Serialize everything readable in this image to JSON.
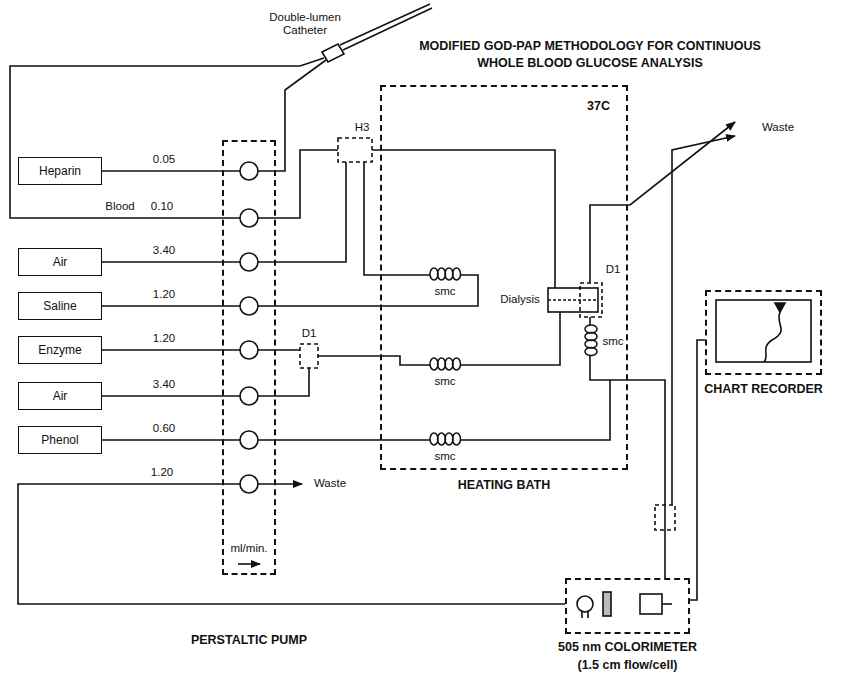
{
  "diagram": {
    "title": "MODIFIED GOD-PAP METHODOLOGY FOR CONTINUOUS WHOLE BLOOD GLUCOSE ANALYSIS",
    "nodes": [
      {
        "text": [
          "Heparin"
        ]
      },
      {
        "text": [
          "Air"
        ]
      },
      {
        "text": [
          "Saline"
        ]
      },
      {
        "text": [
          "Enzyme"
        ]
      },
      {
        "text": [
          "Air"
        ]
      },
      {
        "text": [
          "Phenol"
        ]
      },
      {
        "text": [
          "PERSTALTIC PUMP"
        ]
      },
      {
        "text": [
          "37C",
          "HEATING BATH"
        ]
      },
      {
        "text": [
          "CHART RECORDER"
        ]
      },
      {
        "text": [
          "505 nm COLORIMETER",
          "(1.5 cm flow/cell)"
        ]
      }
    ],
    "edges": [
      {
        "from": 0,
        "to": 6,
        "label": "0.05",
        "arrow": "none"
      },
      {
        "from": 1,
        "to": 6,
        "label": "3.40",
        "arrow": "none"
      },
      {
        "from": 2,
        "to": 6,
        "label": "1.20",
        "arrow": "none"
      },
      {
        "from": 3,
        "to": 6,
        "label": "1.20",
        "arrow": "none"
      },
      {
        "from": 4,
        "to": 6,
        "label": "3.40",
        "arrow": "none"
      },
      {
        "from": 5,
        "to": 6,
        "label": "0.60",
        "arrow": "none"
      },
      {
        "from": 6,
        "to": 7,
        "arrow": "none"
      },
      {
        "from": 7,
        "to": 9,
        "arrow": "none"
      },
      {
        "from": 9,
        "to": 8,
        "arrow": "none"
      },
      {
        "from": 9,
        "to": 6,
        "arrow": "none"
      }
    ],
    "labels": [
      "Double-lumen Catheter",
      "Blood",
      "0.10",
      "H3",
      "smc",
      "smc",
      "smc",
      "D1",
      "Dialysis",
      "D1",
      "smc",
      "Waste",
      "Waste",
      "1.20",
      "ml/min."
    ]
  }
}
